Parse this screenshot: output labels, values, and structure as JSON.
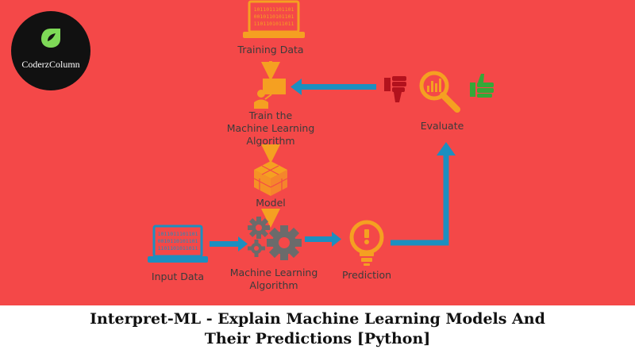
{
  "logo": {
    "name": "CoderzColumn",
    "mark_color": "#7ed957"
  },
  "nodes": {
    "training_data": "Training Data",
    "train_algorithm": [
      "Train the",
      "Machine Learning",
      "Algorithm"
    ],
    "model": "Model",
    "input_data": "Input Data",
    "ml_algorithm": [
      "Machine Learning",
      "Algorithm"
    ],
    "prediction": "Prediction",
    "evaluate": "Evaluate"
  },
  "caption": {
    "line1": "Interpret-ML - Explain Machine Learning Models And",
    "line2": "Their Predictions [Python]"
  },
  "colors": {
    "background": "#f44848",
    "orange": "#f5a021",
    "blue": "#1c8fc0",
    "gear": "#6b6b6b",
    "thumbs_down": "#b3121d",
    "thumbs_up": "#34a838"
  }
}
